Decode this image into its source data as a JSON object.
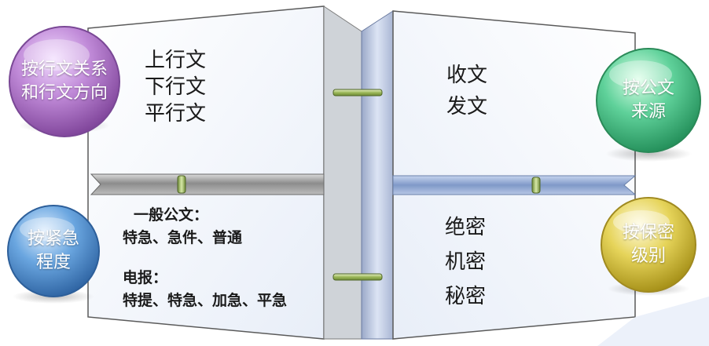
{
  "diagram": {
    "quadrants": [
      {
        "id": "direction",
        "orb_label": [
          "按行文关系",
          "和行文方向"
        ],
        "items": [
          "上行文",
          "下行文",
          "平行文"
        ],
        "orb_color": "#b070c8"
      },
      {
        "id": "source",
        "orb_label": [
          "按公文",
          "来源"
        ],
        "items": [
          "收文",
          "发文"
        ],
        "orb_color": "#3fbf7f"
      },
      {
        "id": "urgency",
        "orb_label": [
          "按紧急",
          "程度"
        ],
        "groups": [
          {
            "title": "一般公文：",
            "line": "特急、急件、普通"
          },
          {
            "title": "电报：",
            "line": "特提、特急、加急、平急"
          }
        ],
        "orb_color": "#4a90d6"
      },
      {
        "id": "secrecy",
        "orb_label": [
          "按保密",
          "级别"
        ],
        "items": [
          "绝密",
          "机密",
          "秘密"
        ],
        "orb_color": "#d8c23a"
      }
    ]
  }
}
